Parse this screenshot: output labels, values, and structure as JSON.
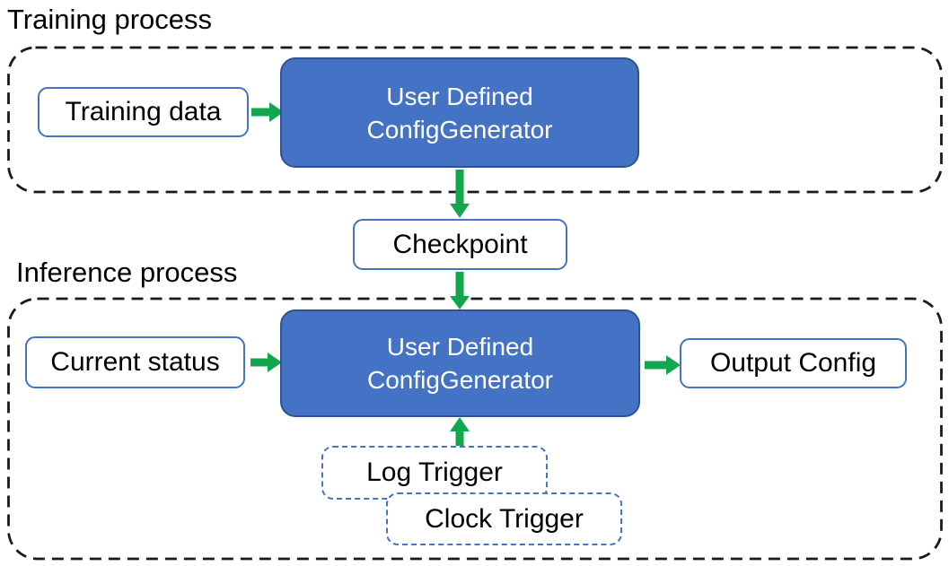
{
  "colors": {
    "generator_fill": "#4472C4",
    "generator_border": "#2F528F",
    "io_box_border": "#4472C4",
    "trigger_box_border": "#4472C4",
    "arrow_green": "#12A64F",
    "container_dash": "#1A1A1A",
    "text_black": "#000000",
    "text_white": "#FFFFFF"
  },
  "training": {
    "title": "Training process",
    "input_label": "Training data",
    "generator": {
      "line1": "User Defined",
      "line2": "ConfigGenerator"
    }
  },
  "checkpoint_label": "Checkpoint",
  "inference": {
    "title": "Inference process",
    "input_label": "Current status",
    "generator": {
      "line1": "User Defined",
      "line2": "ConfigGenerator"
    },
    "output_label": "Output Config",
    "triggers": {
      "log": "Log Trigger",
      "clock": "Clock Trigger"
    }
  }
}
